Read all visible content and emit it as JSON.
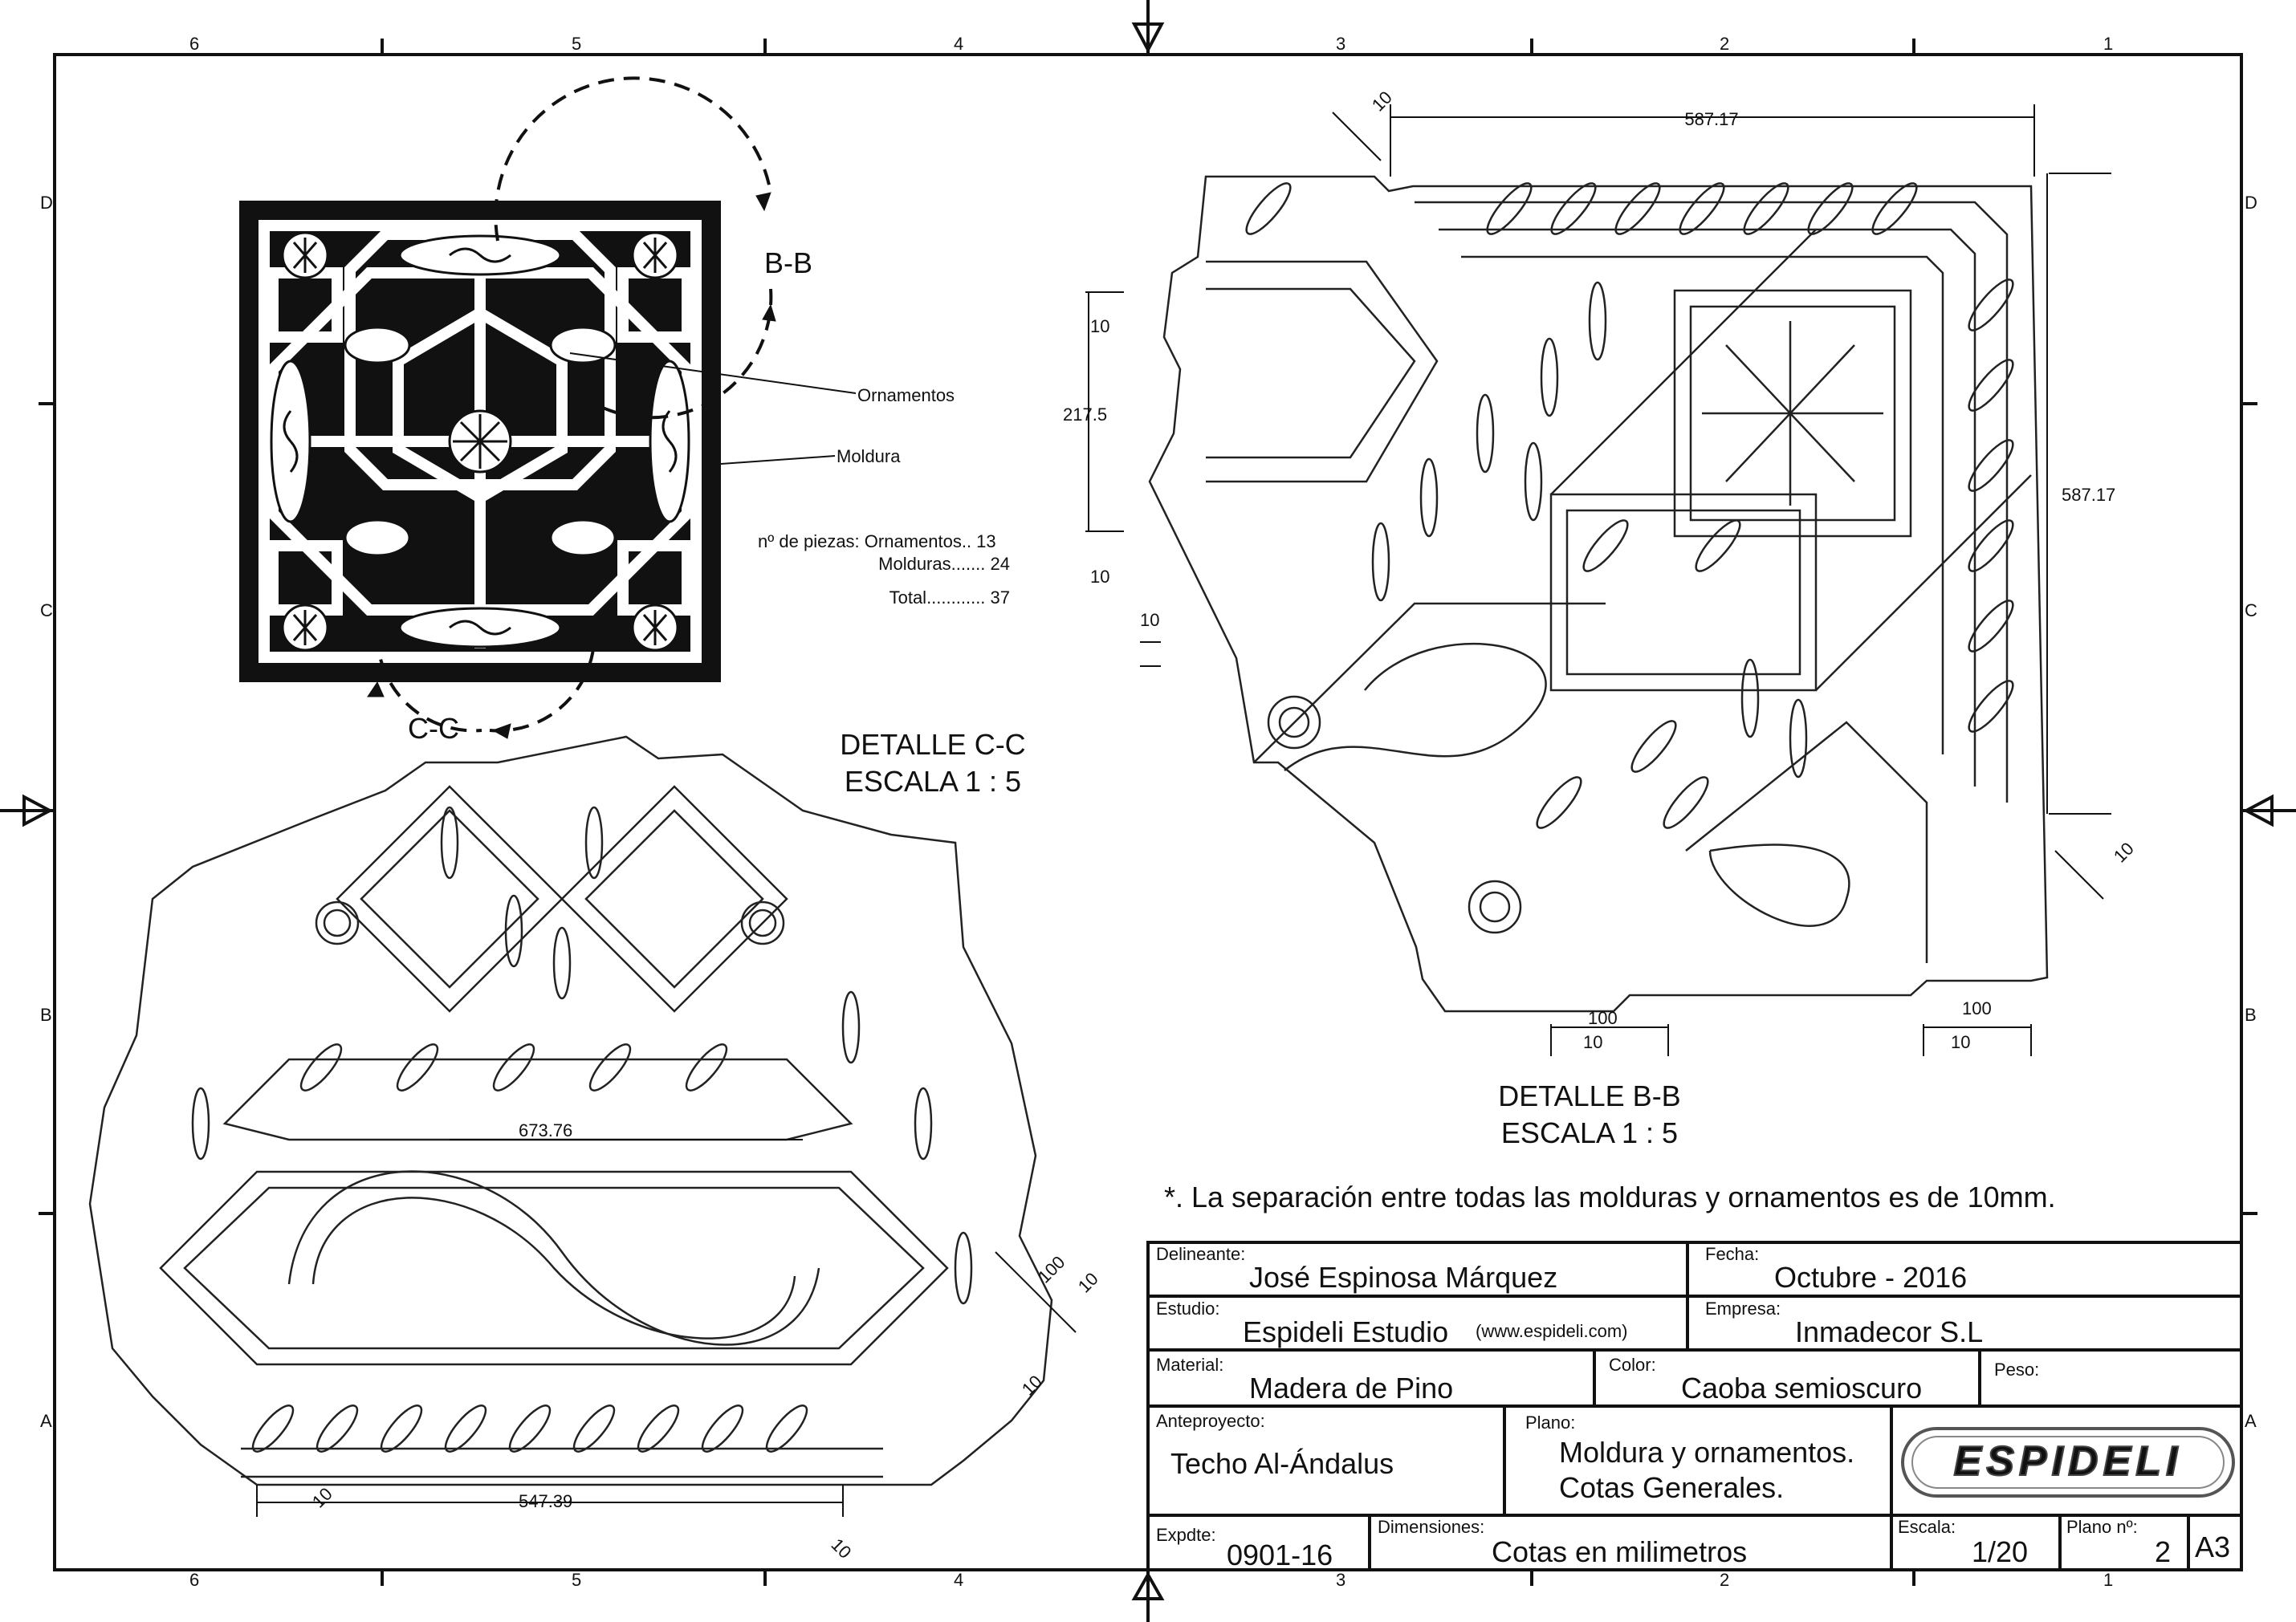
{
  "zones": {
    "columns": [
      "6",
      "5",
      "4",
      "3",
      "2",
      "1"
    ],
    "rows": [
      "D",
      "C",
      "B",
      "A"
    ]
  },
  "key_plan": {
    "label_bb": "B-B",
    "label_cc": "C-C",
    "callout_ornamentos": "Ornamentos",
    "callout_moldura": "Moldura",
    "pieces_line1": "nº de piezas: Ornamentos.. 13",
    "pieces_line2": "Molduras....... 24",
    "pieces_line3": "Total............ 37"
  },
  "detail_cc": {
    "title": "DETALLE  C-C",
    "scale": "ESCALA 1 : 5",
    "dims": {
      "d1": "673.76",
      "d2": "100",
      "d3": "10",
      "d4": "10",
      "d5": "547.39",
      "d6": "10",
      "d7": "10"
    }
  },
  "detail_bb": {
    "title": "DETALLE  B-B",
    "scale": "ESCALA 1 : 5",
    "dims": {
      "top": "587.17",
      "right": "587.17",
      "corner_tl": "10",
      "corner_br": "10",
      "left_10a": "10",
      "left_217": "217.5",
      "left_10b": "10",
      "left_10c": "10",
      "bot_100a": "100",
      "bot_10a": "10",
      "bot_100b": "100",
      "bot_10b": "10"
    }
  },
  "note": "*. La separación entre todas las molduras y ornamentos es de 10mm.",
  "title_block": {
    "delineante_label": "Delineante:",
    "delineante": "José Espinosa Márquez",
    "fecha_label": "Fecha:",
    "fecha": "Octubre - 2016",
    "estudio_label": "Estudio:",
    "estudio": "Espideli Estudio",
    "estudio_web": "(www.espideli.com)",
    "empresa_label": "Empresa:",
    "empresa": "Inmadecor S.L",
    "material_label": "Material:",
    "material": "Madera de Pino",
    "color_label": "Color:",
    "color": "Caoba semioscuro",
    "peso_label": "Peso:",
    "anteproyecto_label": "Anteproyecto:",
    "anteproyecto": "Techo Al-Ándalus",
    "plano_label": "Plano:",
    "plano_line1": "Moldura y ornamentos.",
    "plano_line2": "Cotas Generales.",
    "logo": "ESPIDELI",
    "expdte_label": "Expdte:",
    "expdte": "0901-16",
    "dimensiones_label": "Dimensiones:",
    "dimensiones": "Cotas en milimetros",
    "escala_label": "Escala:",
    "escala": "1/20",
    "plano_no_label": "Plano nº:",
    "plano_no": "2",
    "format": "A3"
  }
}
